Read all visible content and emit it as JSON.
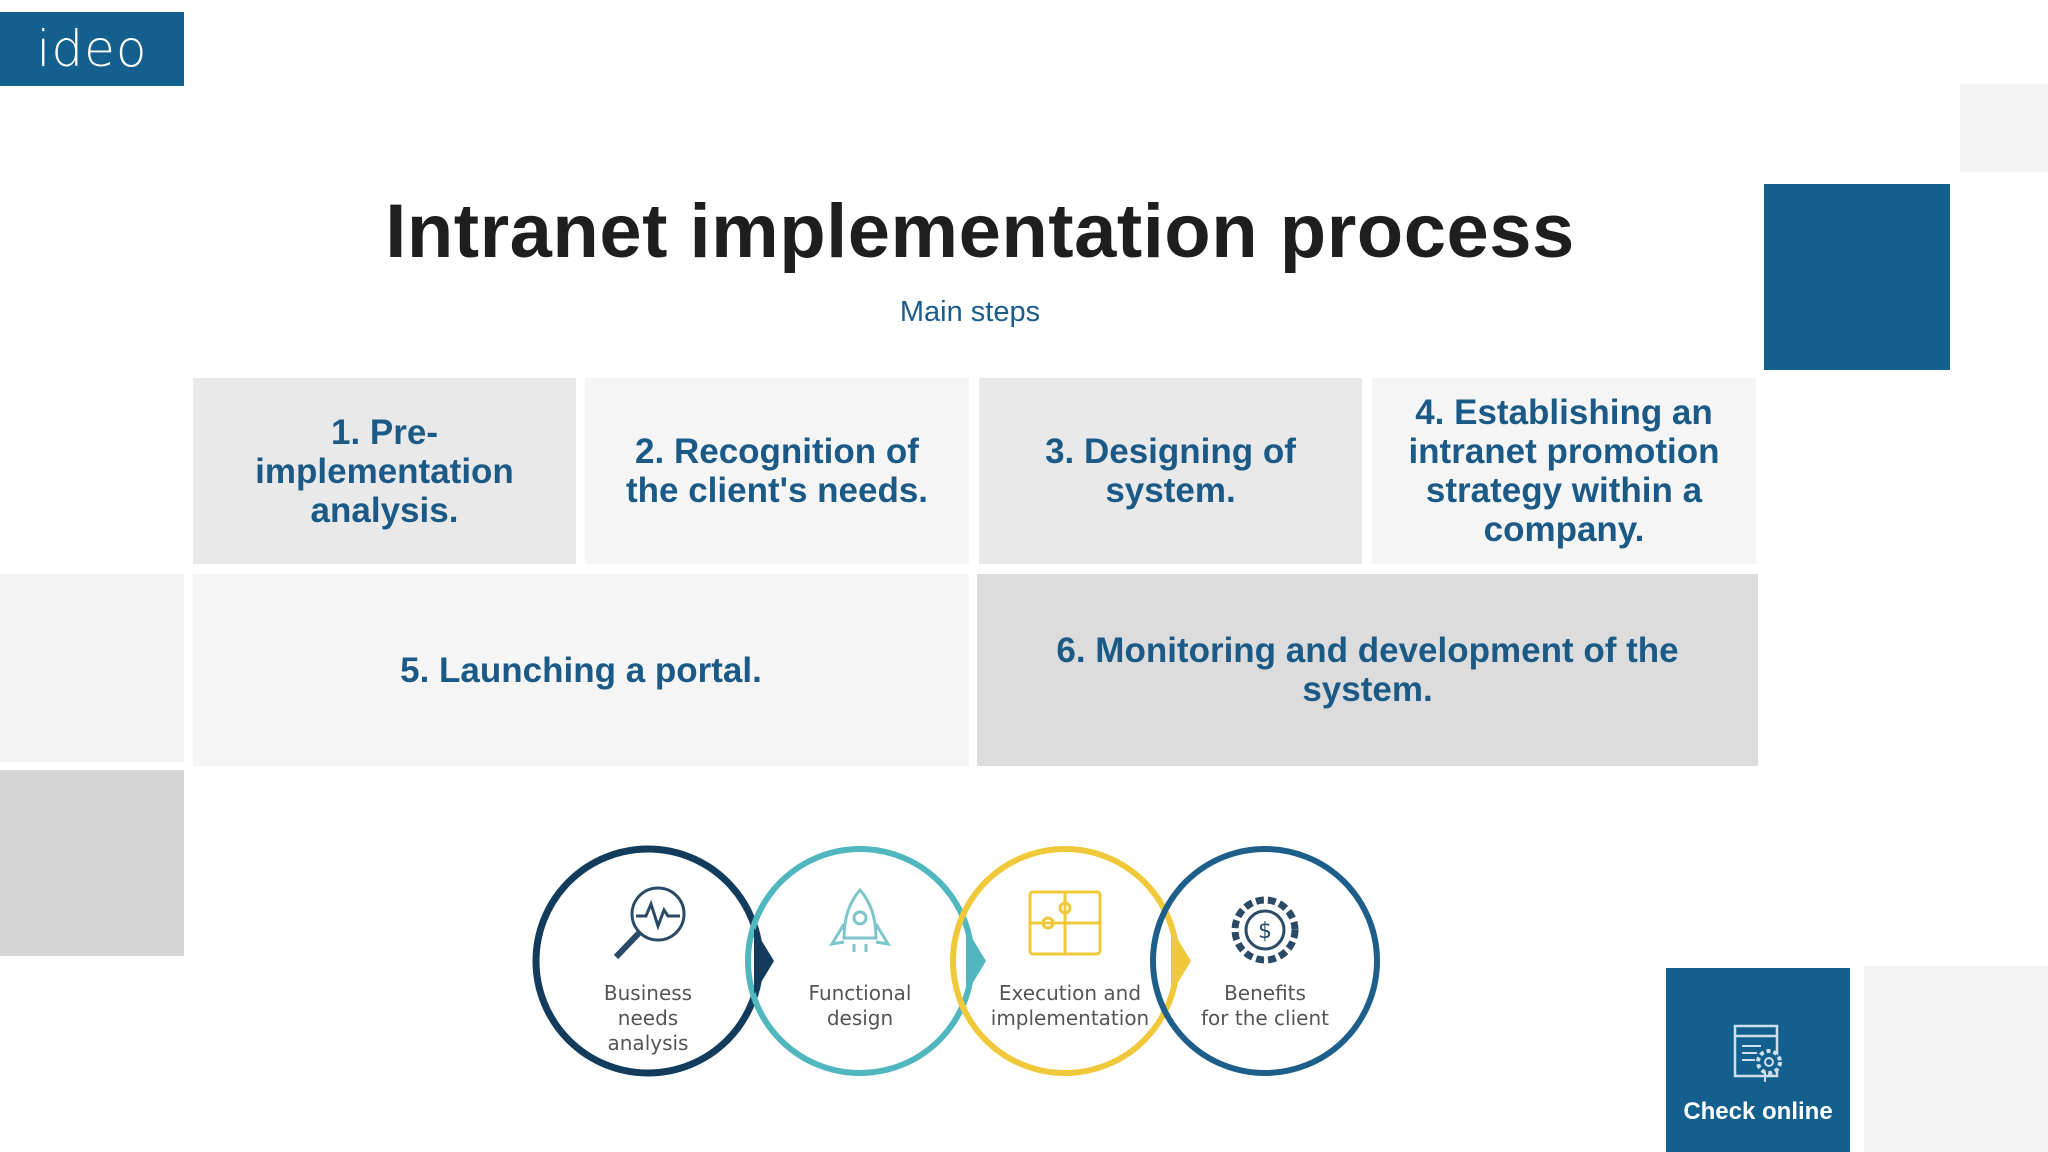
{
  "brand": {
    "logo_text": "ideo"
  },
  "header": {
    "title": "Intranet implementation process",
    "subtitle": "Main steps"
  },
  "steps": [
    {
      "label": "1. Pre-implementation analysis."
    },
    {
      "label": "2. Recognition of the client's needs."
    },
    {
      "label": "3. Designing of system."
    },
    {
      "label": "4. Establishing an intranet promotion strategy within a company."
    },
    {
      "label": "5. Launching a portal."
    },
    {
      "label": "6. Monitoring and development of the system."
    }
  ],
  "diagram": {
    "stages": [
      {
        "line1": "Business",
        "line2": "needs",
        "line3": "analysis",
        "icon": "magnifier-pulse-icon",
        "color": "#133b5c"
      },
      {
        "line1": "Functional",
        "line2": "design",
        "icon": "rocket-icon",
        "color": "#4fb7bd"
      },
      {
        "line1": "Execution and",
        "line2": "implementation",
        "icon": "puzzle-icon",
        "color": "#f0c93a"
      },
      {
        "line1": "Benefits",
        "line2": "for the client",
        "icon": "dollar-gear-icon",
        "color": "#1d5f8a"
      }
    ]
  },
  "cta": {
    "label": "Check online",
    "icon": "browser-gear-icon"
  },
  "colors": {
    "brand_blue": "#135f8e",
    "step_text": "#1b5a86",
    "title_text": "#1e1e1e"
  }
}
